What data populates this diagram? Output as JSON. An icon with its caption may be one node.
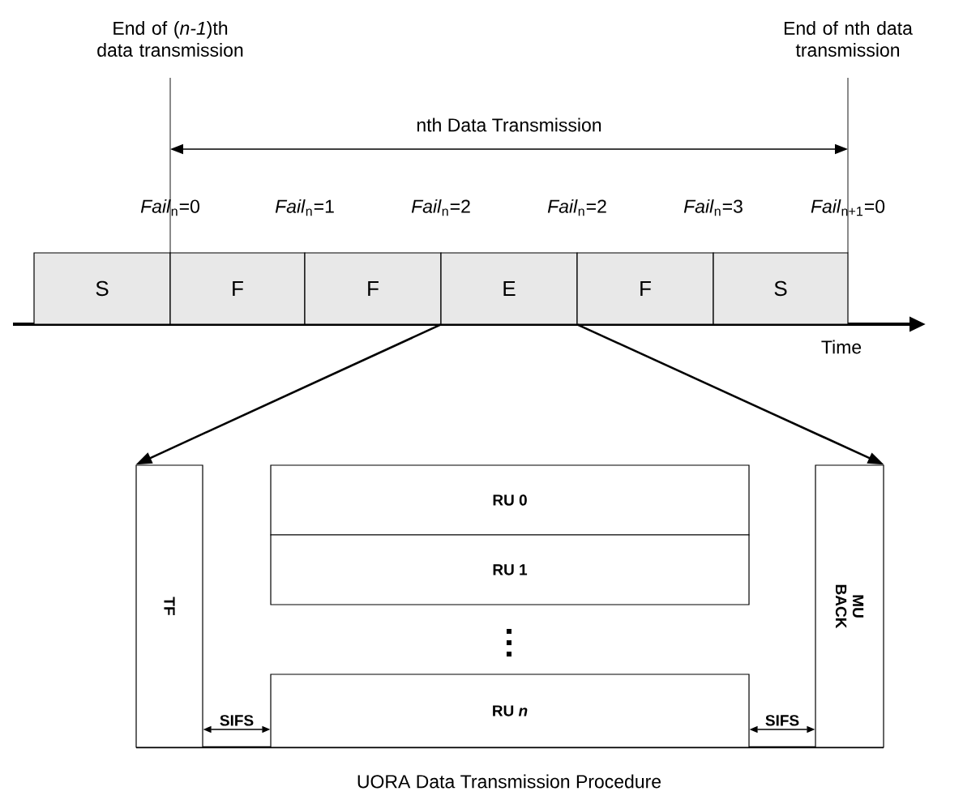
{
  "diagram": {
    "caption": "UORA Data Transmission Procedure",
    "nodes": [
      {
        "text": [
          "S"
        ]
      },
      {
        "text": [
          "F"
        ]
      },
      {
        "text": [
          "F"
        ]
      },
      {
        "text": [
          "E"
        ]
      },
      {
        "text": [
          "F"
        ]
      },
      {
        "text": [
          "S"
        ]
      },
      {
        "text": [
          "TF"
        ]
      },
      {
        "text": [
          "RU 0"
        ]
      },
      {
        "text": [
          "RU 1"
        ]
      },
      {
        "text": [
          "RU *n*"
        ]
      },
      {
        "text": [
          "MU BACK"
        ]
      }
    ],
    "edges": [
      {
        "from": 3,
        "to": 6,
        "arrow": "to"
      },
      {
        "from": 3,
        "to": 10,
        "arrow": "to"
      },
      {
        "from": 6,
        "to": 9,
        "arrow": "both",
        "label": "SIFS"
      },
      {
        "from": 9,
        "to": 10,
        "arrow": "both",
        "label": "SIFS"
      }
    ],
    "labels": [
      "End of (*n-1*)th data transmission",
      "End of nth data transmission",
      "nth Data Transmission",
      "*Fail*$_{n}$=0",
      "*Fail*$_{n}$=1",
      "*Fail*$_{n}$=2",
      "*Fail*$_{n}$=2",
      "*Fail*$_{n}$=3",
      "*Fail*$_{n+1}$=0",
      "Time"
    ]
  }
}
